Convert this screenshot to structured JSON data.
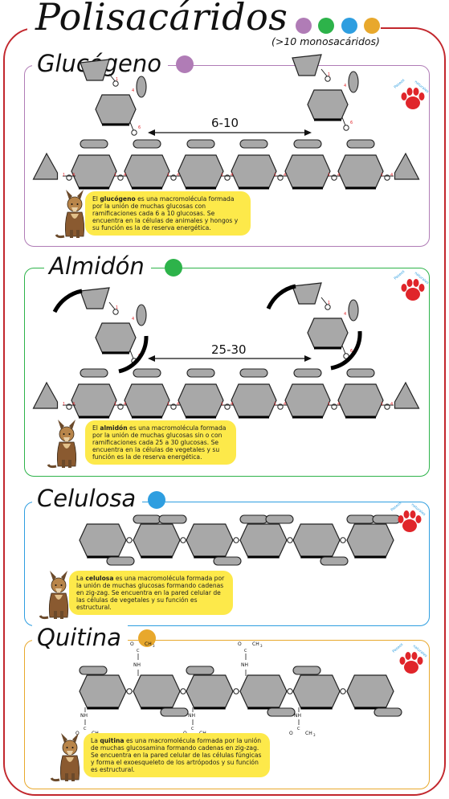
{
  "header": {
    "title": "Polisacáridos",
    "subtitle": "(>10 monosacáridos)",
    "dots": [
      "#b07cb6",
      "#2db34a",
      "#2e9ee0",
      "#e8a82c"
    ]
  },
  "logo": {
    "text_lines": [
      "Paseos",
      "naturales"
    ],
    "color": "#e0252a"
  },
  "sections": [
    {
      "id": "glucogeno",
      "title": "Glucógeno",
      "color": "#b07cb6",
      "distance_label": "6-10",
      "bubble": {
        "pre": "El ",
        "bold": "glucógeno",
        "post": " es una macromolécula formada por la unión de muchas glucosas con ramificaciones cada 6 a 10 glucosas. Se encuentra en la células de animales y hongos y su función es la de reserva energética."
      }
    },
    {
      "id": "almidon",
      "title": "Almidón",
      "color": "#2db34a",
      "distance_label": "25-30",
      "bubble": {
        "pre": "El ",
        "bold": "almidón",
        "post": " es una macromolécula formada por la unión de muchas glucosas sin o con ramificaciones cada 25 a 30 glucosas. Se encuentra en la células de vegetales y su función es la de reserva energética."
      }
    },
    {
      "id": "celulosa",
      "title": "Celulosa",
      "color": "#2e9ee0",
      "bubble": {
        "pre": "La ",
        "bold": "celulosa",
        "post": " es una macromolécula formada por la unión de muchas glucosas formando cadenas en zig-zag. Se encuentra en la pared celular de las células de vegetales y su función es estructural."
      }
    },
    {
      "id": "quitina",
      "title": "Quitina",
      "color": "#e8a82c",
      "bubble": {
        "pre": "La ",
        "bold": "quitina",
        "post": " es una macromolécula formada por la unión de muchas glucosamina formando cadenas en zig-zag. Se encuentra en la pared celular de las células fúngicas y forma el exoesqueleto de los artrópodos y su función es estructural."
      }
    }
  ],
  "chem": {
    "carbon_numbers": [
      "1",
      "4",
      "6"
    ],
    "nh": "NH",
    "ch3": "CH",
    "three": "3",
    "o": "O",
    "c": "C"
  }
}
